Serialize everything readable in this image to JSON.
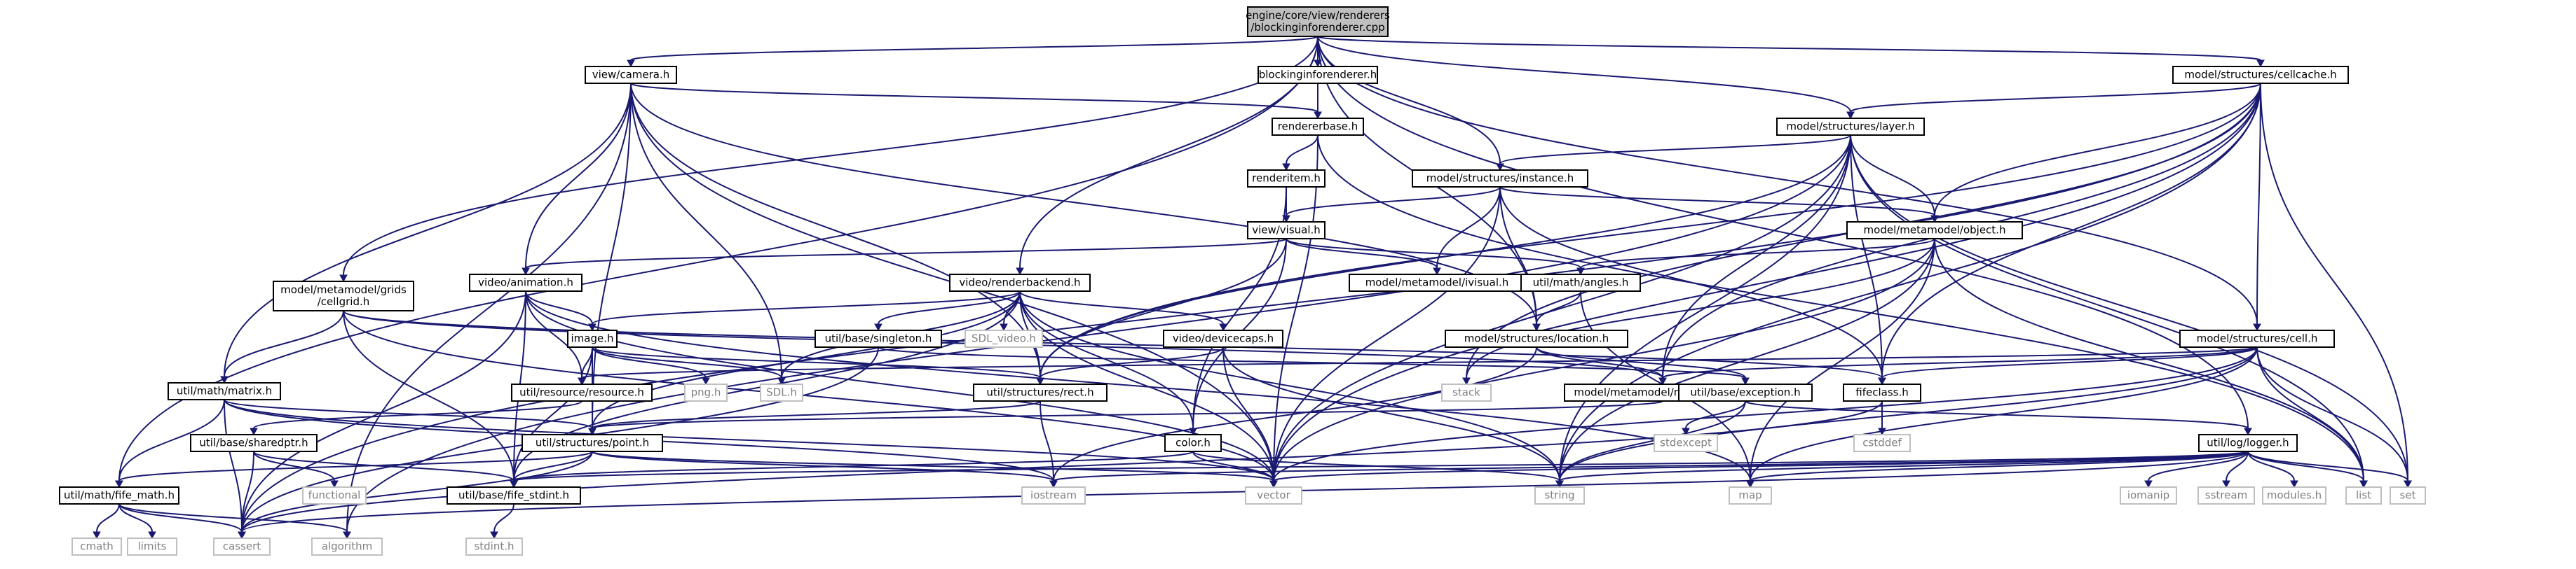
{
  "diagram": {
    "type": "include-dependency-graph",
    "colors": {
      "edge": "#191970",
      "root_fill": "#bfbfbf",
      "node_fill": "#ffffff",
      "node_border": "#000000",
      "system_text": "#7f7f7f"
    },
    "nodes": [
      {
        "id": "root",
        "lines": [
          "engine/core/view/renderers",
          "/blockinginforenderer.cpp"
        ]
      },
      {
        "id": "camera",
        "lines": [
          "view/camera.h"
        ]
      },
      {
        "id": "bir",
        "lines": [
          "blockinginforenderer.h"
        ]
      },
      {
        "id": "cellcache",
        "lines": [
          "model/structures/cellcache.h"
        ]
      },
      {
        "id": "layer",
        "lines": [
          "model/structures/layer.h"
        ]
      },
      {
        "id": "rendererbase",
        "lines": [
          "rendererbase.h"
        ]
      },
      {
        "id": "renderitem",
        "lines": [
          "renderitem.h"
        ]
      },
      {
        "id": "instance",
        "lines": [
          "model/structures/instance.h"
        ]
      },
      {
        "id": "visual",
        "lines": [
          "view/visual.h"
        ]
      },
      {
        "id": "object",
        "lines": [
          "model/metamodel/object.h"
        ]
      },
      {
        "id": "animation",
        "lines": [
          "video/animation.h"
        ]
      },
      {
        "id": "renderbackend",
        "lines": [
          "video/renderbackend.h"
        ]
      },
      {
        "id": "ivisual",
        "lines": [
          "model/metamodel/ivisual.h"
        ]
      },
      {
        "id": "angles",
        "lines": [
          "util/math/angles.h"
        ]
      },
      {
        "id": "cellgrid",
        "lines": [
          "model/metamodel/grids",
          "/cellgrid.h"
        ]
      },
      {
        "id": "image",
        "lines": [
          "image.h"
        ]
      },
      {
        "id": "singleton",
        "lines": [
          "util/base/singleton.h"
        ]
      },
      {
        "id": "sdlvideo",
        "lines": [
          "SDL_video.h"
        ]
      },
      {
        "id": "devicecaps",
        "lines": [
          "video/devicecaps.h"
        ]
      },
      {
        "id": "location",
        "lines": [
          "model/structures/location.h"
        ]
      },
      {
        "id": "cell",
        "lines": [
          "model/structures/cell.h"
        ]
      },
      {
        "id": "matrix",
        "lines": [
          "util/math/matrix.h"
        ]
      },
      {
        "id": "resource",
        "lines": [
          "util/resource/resource.h"
        ]
      },
      {
        "id": "png",
        "lines": [
          "png.h"
        ]
      },
      {
        "id": "sdl",
        "lines": [
          "SDL.h"
        ]
      },
      {
        "id": "rect",
        "lines": [
          "util/structures/rect.h"
        ]
      },
      {
        "id": "stack",
        "lines": [
          "stack"
        ]
      },
      {
        "id": "modelcoords",
        "lines": [
          "model/metamodel/modelcoords.h"
        ]
      },
      {
        "id": "exception",
        "lines": [
          "util/base/exception.h"
        ]
      },
      {
        "id": "fifeclass",
        "lines": [
          "fifeclass.h"
        ]
      },
      {
        "id": "sharedptr",
        "lines": [
          "util/base/sharedptr.h"
        ]
      },
      {
        "id": "point",
        "lines": [
          "util/structures/point.h"
        ]
      },
      {
        "id": "color",
        "lines": [
          "color.h"
        ]
      },
      {
        "id": "stdexcept",
        "lines": [
          "stdexcept"
        ]
      },
      {
        "id": "cstddef",
        "lines": [
          "cstddef"
        ]
      },
      {
        "id": "logger",
        "lines": [
          "util/log/logger.h"
        ]
      },
      {
        "id": "fifemath",
        "lines": [
          "util/math/fife_math.h"
        ]
      },
      {
        "id": "functional",
        "lines": [
          "functional"
        ]
      },
      {
        "id": "stdint",
        "lines": [
          "util/base/fife_stdint.h"
        ]
      },
      {
        "id": "iostream",
        "lines": [
          "iostream"
        ]
      },
      {
        "id": "vector",
        "lines": [
          "vector"
        ]
      },
      {
        "id": "string",
        "lines": [
          "string"
        ]
      },
      {
        "id": "map",
        "lines": [
          "map"
        ]
      },
      {
        "id": "iomanip",
        "lines": [
          "iomanip"
        ]
      },
      {
        "id": "sstream",
        "lines": [
          "sstream"
        ]
      },
      {
        "id": "modules",
        "lines": [
          "modules.h"
        ]
      },
      {
        "id": "list",
        "lines": [
          "list"
        ]
      },
      {
        "id": "set",
        "lines": [
          "set"
        ]
      },
      {
        "id": "cmath",
        "lines": [
          "cmath"
        ]
      },
      {
        "id": "limits",
        "lines": [
          "limits"
        ]
      },
      {
        "id": "cassert",
        "lines": [
          "cassert"
        ]
      },
      {
        "id": "algorithm",
        "lines": [
          "algorithm"
        ]
      },
      {
        "id": "stdinth",
        "lines": [
          "stdint.h"
        ]
      }
    ],
    "edges": [
      [
        "root",
        "camera"
      ],
      [
        "root",
        "bir"
      ],
      [
        "root",
        "cellcache"
      ],
      [
        "root",
        "layer"
      ],
      [
        "root",
        "instance"
      ],
      [
        "root",
        "renderbackend"
      ],
      [
        "root",
        "cellgrid"
      ],
      [
        "root",
        "location"
      ],
      [
        "root",
        "cell"
      ],
      [
        "root",
        "fifemath"
      ],
      [
        "root",
        "logger"
      ],
      [
        "bir",
        "rendererbase"
      ],
      [
        "camera",
        "rendererbase"
      ],
      [
        "camera",
        "animation"
      ],
      [
        "camera",
        "matrix"
      ],
      [
        "camera",
        "location"
      ],
      [
        "camera",
        "rect"
      ],
      [
        "camera",
        "point"
      ],
      [
        "camera",
        "sdl"
      ],
      [
        "camera",
        "algorithm"
      ],
      [
        "camera",
        "vector"
      ],
      [
        "rendererbase",
        "renderitem"
      ],
      [
        "rendererbase",
        "list"
      ],
      [
        "rendererbase",
        "vector"
      ],
      [
        "renderitem",
        "visual"
      ],
      [
        "renderitem",
        "color"
      ],
      [
        "cellcache",
        "layer"
      ],
      [
        "cellcache",
        "object"
      ],
      [
        "cellcache",
        "cell"
      ],
      [
        "cellcache",
        "rect"
      ],
      [
        "cellcache",
        "stack"
      ],
      [
        "cellcache",
        "modelcoords"
      ],
      [
        "cellcache",
        "fifeclass"
      ],
      [
        "cellcache",
        "vector"
      ],
      [
        "cellcache",
        "string"
      ],
      [
        "cellcache",
        "set"
      ],
      [
        "cellcache",
        "cassert"
      ],
      [
        "layer",
        "instance"
      ],
      [
        "layer",
        "object"
      ],
      [
        "layer",
        "rect"
      ],
      [
        "layer",
        "fifeclass"
      ],
      [
        "layer",
        "modelcoords"
      ],
      [
        "layer",
        "vector"
      ],
      [
        "layer",
        "string"
      ],
      [
        "layer",
        "set"
      ],
      [
        "layer",
        "list"
      ],
      [
        "layer",
        "algorithm"
      ],
      [
        "instance",
        "visual"
      ],
      [
        "instance",
        "ivisual"
      ],
      [
        "instance",
        "location"
      ],
      [
        "instance",
        "object"
      ],
      [
        "instance",
        "fifeclass"
      ],
      [
        "instance",
        "vector"
      ],
      [
        "visual",
        "animation"
      ],
      [
        "visual",
        "ivisual"
      ],
      [
        "visual",
        "angles"
      ],
      [
        "visual",
        "rect"
      ],
      [
        "visual",
        "color"
      ],
      [
        "object",
        "angles"
      ],
      [
        "object",
        "stack"
      ],
      [
        "object",
        "vector"
      ],
      [
        "object",
        "string"
      ],
      [
        "object",
        "map"
      ],
      [
        "object",
        "list"
      ],
      [
        "angles",
        "location"
      ],
      [
        "angles",
        "map"
      ],
      [
        "animation",
        "image"
      ],
      [
        "animation",
        "resource"
      ],
      [
        "animation",
        "stdint"
      ],
      [
        "animation",
        "cassert"
      ],
      [
        "animation",
        "vector"
      ],
      [
        "animation",
        "map"
      ],
      [
        "renderbackend",
        "image"
      ],
      [
        "renderbackend",
        "singleton"
      ],
      [
        "renderbackend",
        "sdlvideo"
      ],
      [
        "renderbackend",
        "devicecaps"
      ],
      [
        "renderbackend",
        "rect"
      ],
      [
        "renderbackend",
        "point"
      ],
      [
        "renderbackend",
        "sdl"
      ],
      [
        "renderbackend",
        "vector"
      ],
      [
        "renderbackend",
        "string"
      ],
      [
        "renderbackend",
        "color"
      ],
      [
        "renderbackend",
        "stdint"
      ],
      [
        "cellgrid",
        "matrix"
      ],
      [
        "cellgrid",
        "modelcoords"
      ],
      [
        "cellgrid",
        "fifeclass"
      ],
      [
        "cellgrid",
        "stdint"
      ],
      [
        "cellgrid",
        "vector"
      ],
      [
        "image",
        "resource"
      ],
      [
        "image",
        "png"
      ],
      [
        "image",
        "sdl"
      ],
      [
        "image",
        "rect"
      ],
      [
        "image",
        "point"
      ],
      [
        "image",
        "stdint"
      ],
      [
        "singleton",
        "cassert"
      ],
      [
        "singleton",
        "exception"
      ],
      [
        "devicecaps",
        "rect"
      ],
      [
        "devicecaps",
        "vector"
      ],
      [
        "devicecaps",
        "string"
      ],
      [
        "location",
        "modelcoords"
      ],
      [
        "location",
        "exception"
      ],
      [
        "location",
        "iostream"
      ],
      [
        "cell",
        "fifeclass"
      ],
      [
        "cell",
        "modelcoords"
      ],
      [
        "cell",
        "resource"
      ],
      [
        "cell",
        "string"
      ],
      [
        "cell",
        "map"
      ],
      [
        "cell",
        "list"
      ],
      [
        "cell",
        "set"
      ],
      [
        "cell",
        "vector"
      ],
      [
        "matrix",
        "fifemath"
      ],
      [
        "matrix",
        "point"
      ],
      [
        "matrix",
        "cassert"
      ],
      [
        "matrix",
        "iostream"
      ],
      [
        "matrix",
        "vector"
      ],
      [
        "resource",
        "sharedptr"
      ],
      [
        "modelcoords",
        "point"
      ],
      [
        "exception",
        "stdexcept"
      ],
      [
        "exception",
        "string"
      ],
      [
        "exception",
        "logger"
      ],
      [
        "fifeclass",
        "cstddef"
      ],
      [
        "fifeclass",
        "cassert"
      ],
      [
        "rect",
        "point"
      ],
      [
        "rect",
        "iostream"
      ],
      [
        "sharedptr",
        "functional"
      ],
      [
        "sharedptr",
        "cassert"
      ],
      [
        "sharedptr",
        "stdint"
      ],
      [
        "point",
        "fifemath"
      ],
      [
        "point",
        "stdint"
      ],
      [
        "point",
        "cassert"
      ],
      [
        "point",
        "iostream"
      ],
      [
        "point",
        "vector"
      ],
      [
        "color",
        "stdint"
      ],
      [
        "color",
        "vector"
      ],
      [
        "color",
        "string"
      ],
      [
        "logger",
        "iomanip"
      ],
      [
        "logger",
        "sstream"
      ],
      [
        "logger",
        "modules"
      ],
      [
        "logger",
        "list"
      ],
      [
        "logger",
        "set"
      ],
      [
        "logger",
        "map"
      ],
      [
        "logger",
        "string"
      ],
      [
        "logger",
        "vector"
      ],
      [
        "logger",
        "iostream"
      ],
      [
        "logger",
        "stdint"
      ],
      [
        "logger",
        "cassert"
      ],
      [
        "fifemath",
        "cmath"
      ],
      [
        "fifemath",
        "limits"
      ],
      [
        "fifemath",
        "cassert"
      ],
      [
        "fifemath",
        "algorithm"
      ],
      [
        "stdint",
        "stdinth"
      ]
    ]
  }
}
